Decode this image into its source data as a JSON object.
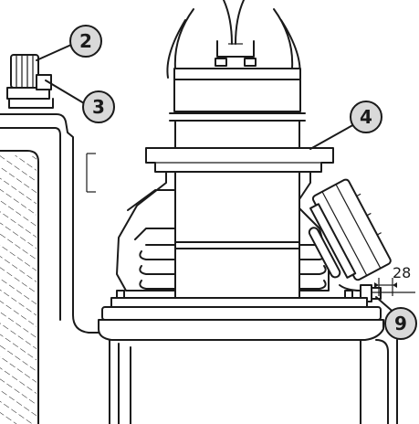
{
  "callouts": [
    {
      "id": "2",
      "label": "2"
    },
    {
      "id": "3",
      "label": "3"
    },
    {
      "id": "4",
      "label": "4"
    },
    {
      "id": "9",
      "label": "9"
    }
  ],
  "dimension": {
    "value": "28"
  },
  "colors": {
    "line": "#1a1a1a",
    "callout_fill": "#d9d9d9",
    "background": "#ffffff"
  }
}
